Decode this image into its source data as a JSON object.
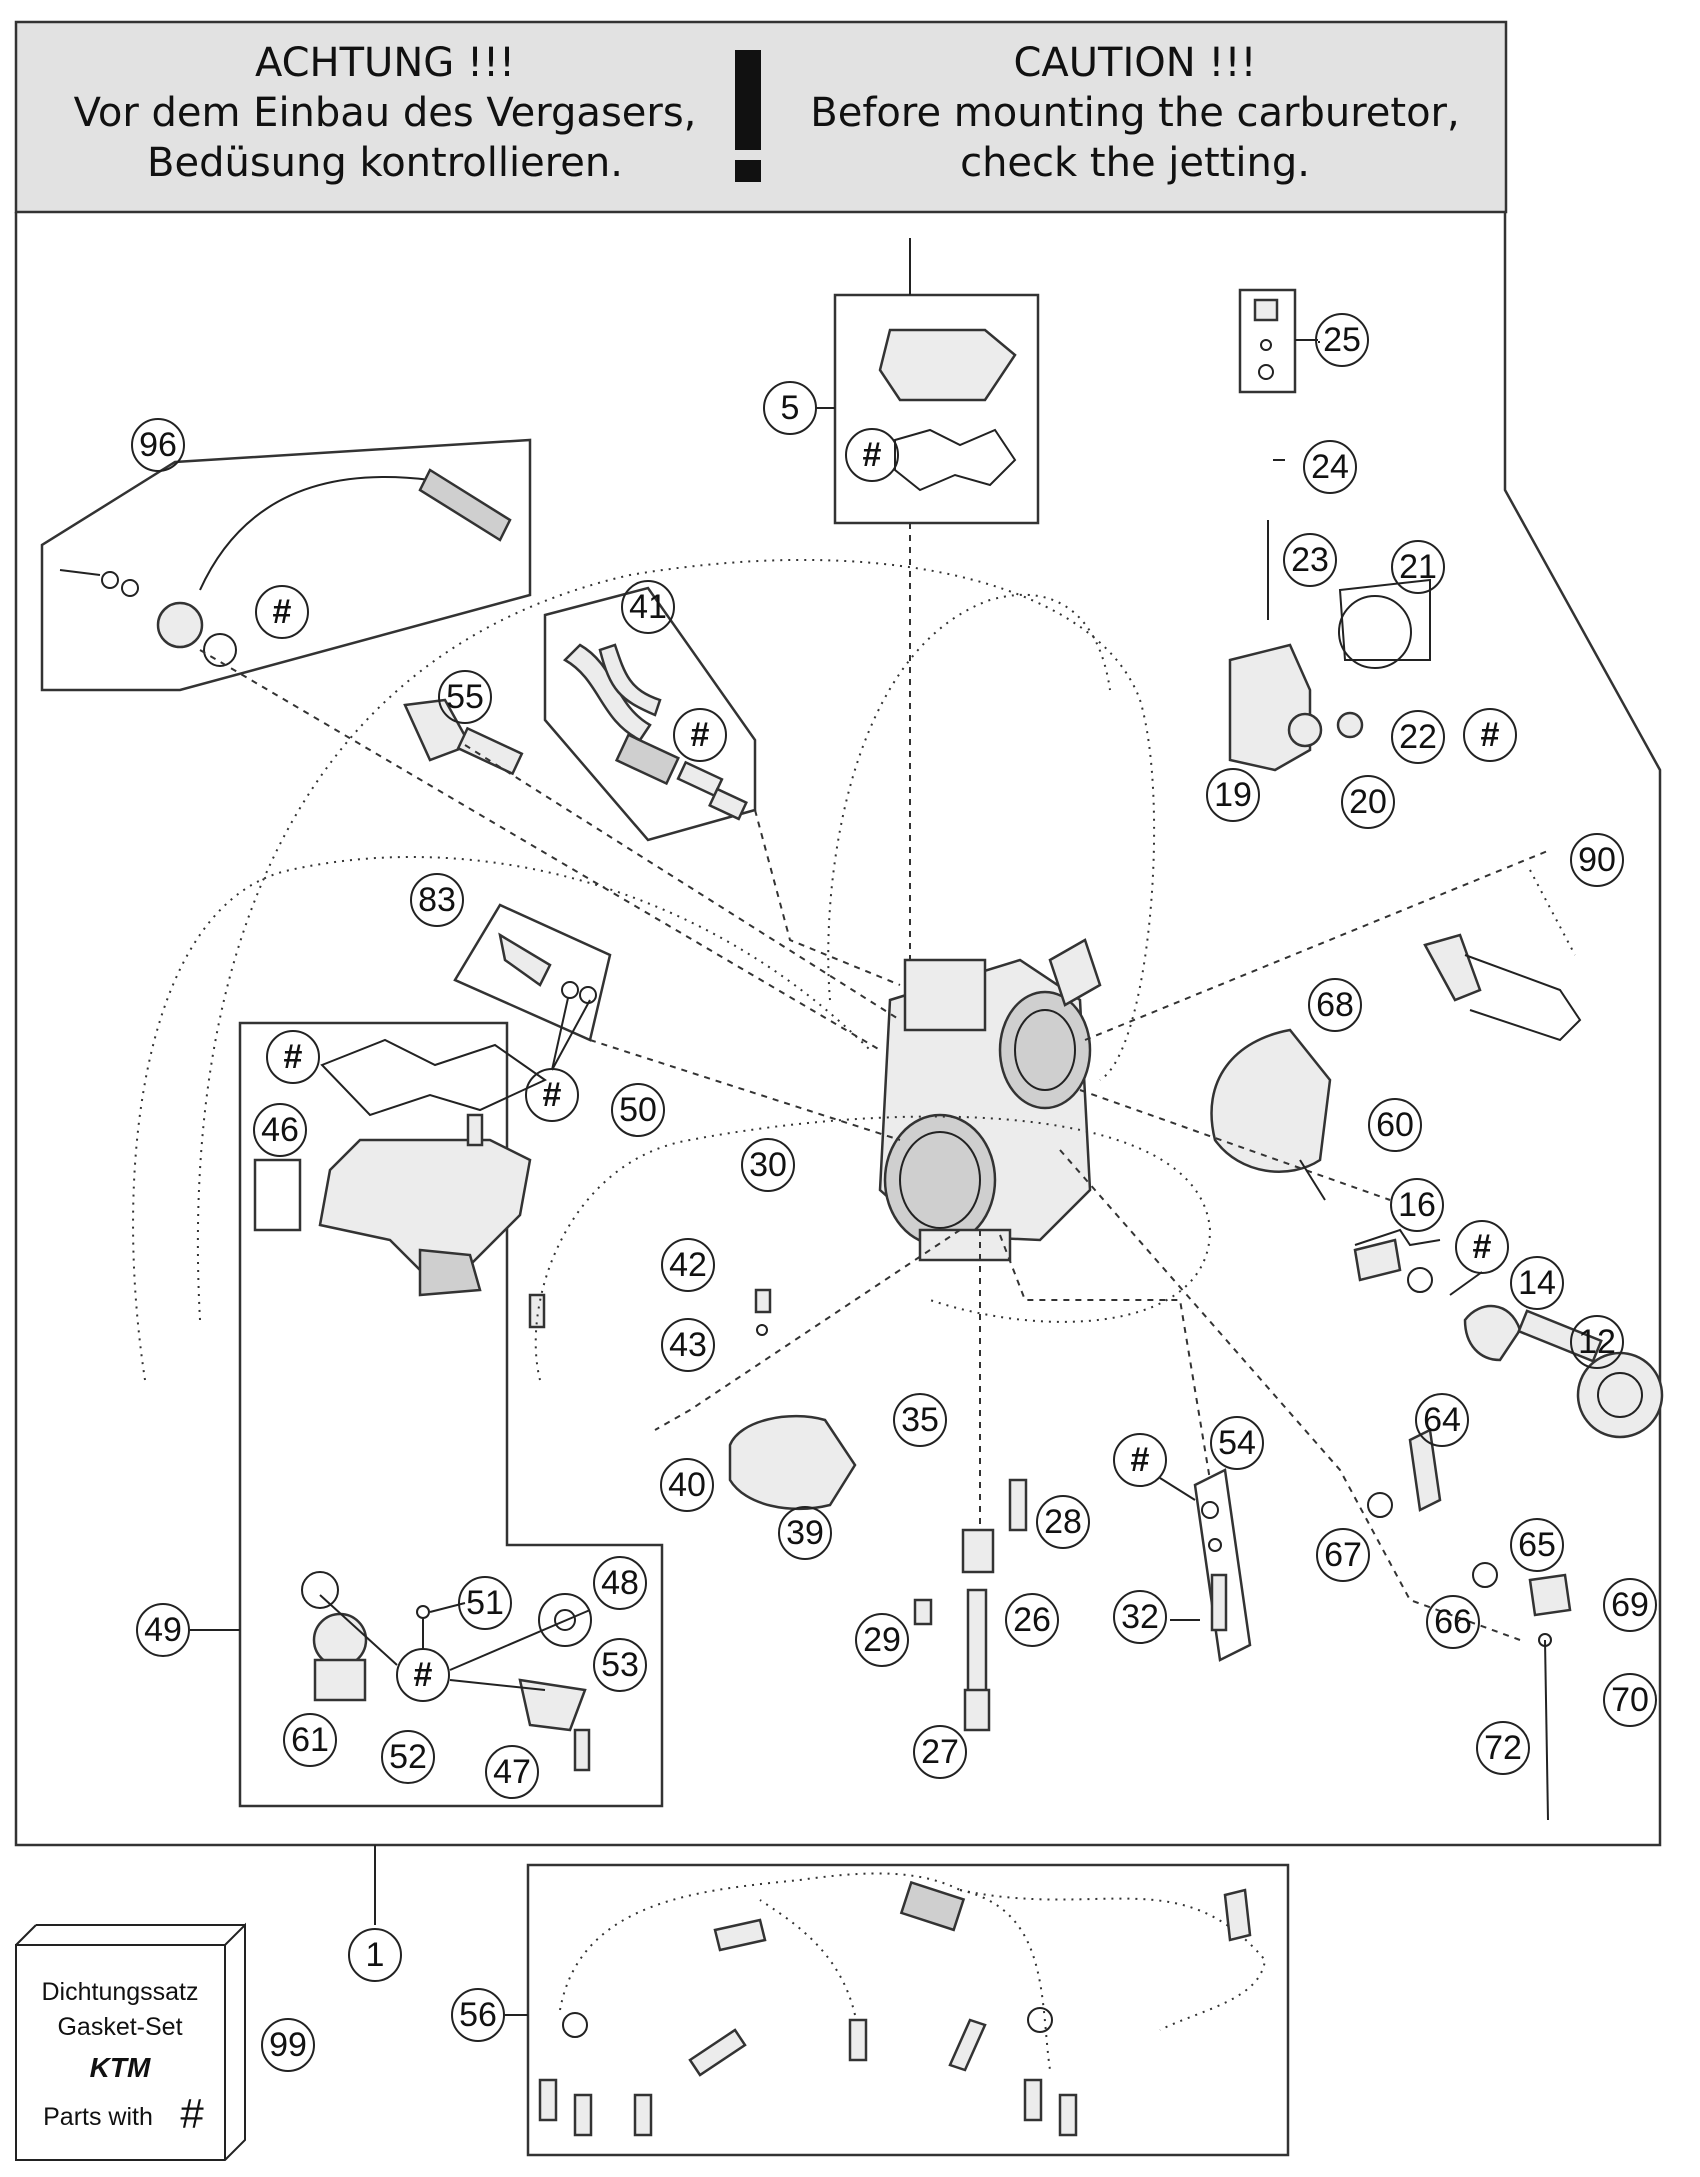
{
  "banner": {
    "german": {
      "line1": "ACHTUNG !!!",
      "line2": "Vor dem Einbau des Vergasers,",
      "line3": "Bedüsung kontrollieren."
    },
    "english": {
      "line1": "CAUTION !!!",
      "line2": "Before mounting the carburetor,",
      "line3": "check the jetting."
    },
    "exclamation": "!"
  },
  "gasket_box": {
    "line1": "Dichtungssatz",
    "line2": "Gasket-Set",
    "brand": "KTM",
    "line3": "Parts with",
    "symbol": "#"
  },
  "callouts": {
    "c1": "1",
    "c5": "5",
    "c12": "12",
    "c14": "14",
    "c16": "16",
    "c19": "19",
    "c20": "20",
    "c21": "21",
    "c22": "22",
    "c23": "23",
    "c24": "24",
    "c25": "25",
    "c26": "26",
    "c27": "27",
    "c28": "28",
    "c29": "29",
    "c30": "30",
    "c32": "32",
    "c35": "35",
    "c39": "39",
    "c40": "40",
    "c41": "41",
    "c42": "42",
    "c43": "43",
    "c46": "46",
    "c47": "47",
    "c48": "48",
    "c49": "49",
    "c50": "50",
    "c51": "51",
    "c52": "52",
    "c53": "53",
    "c54": "54",
    "c55": "55",
    "c56": "56",
    "c60": "60",
    "c61": "61",
    "c64": "64",
    "c65": "65",
    "c66": "66",
    "c67": "67",
    "c68": "68",
    "c69": "69",
    "c70": "70",
    "c72": "72",
    "c83": "83",
    "c90": "90",
    "c96": "96",
    "c99": "99"
  },
  "hash_symbol": "#",
  "colors": {
    "banner_bg": "#e2e2e2",
    "line": "#222222",
    "part_fill": "#ececec"
  }
}
